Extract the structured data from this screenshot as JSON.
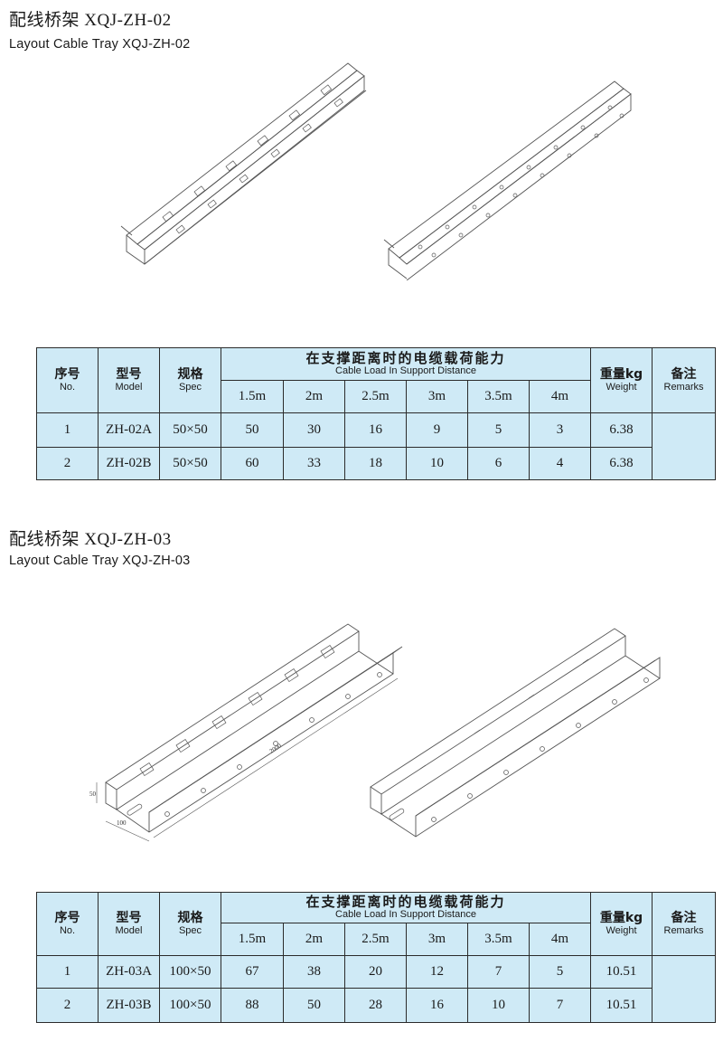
{
  "sections": [
    {
      "title": "配线桥架 XQJ-ZH-02",
      "subtitle": "Layout Cable Tray  XQJ-ZH-02",
      "table": {
        "headers": {
          "no": {
            "cn": "序号",
            "en": "No."
          },
          "model": {
            "cn": "型号",
            "en": "Model"
          },
          "spec": {
            "cn": "规格",
            "en": "Spec"
          },
          "load": {
            "cn": "在支撑距离时的电缆载荷能力",
            "en": "Cable Load In Support Distance"
          },
          "weight": {
            "cn": "重量kg",
            "en": "Weight"
          },
          "remarks": {
            "cn": "备注",
            "en": "Remarks"
          }
        },
        "distances": [
          "1.5m",
          "2m",
          "2.5m",
          "3m",
          "3.5m",
          "4m"
        ],
        "rows": [
          {
            "no": "1",
            "model": "ZH-02A",
            "spec": "50×50",
            "loads": [
              "50",
              "30",
              "16",
              "9",
              "5",
              "3"
            ],
            "weight": "6.38"
          },
          {
            "no": "2",
            "model": "ZH-02B",
            "spec": "50×50",
            "loads": [
              "60",
              "33",
              "18",
              "10",
              "6",
              "4"
            ],
            "weight": "6.38"
          }
        ]
      }
    },
    {
      "title": "配线桥架 XQJ-ZH-03",
      "subtitle": "Layout Cable Tray  XQJ-ZH-03",
      "dimensions": {
        "length": "2000",
        "height": "50",
        "width": "100"
      },
      "table": {
        "headers": {
          "no": {
            "cn": "序号",
            "en": "No."
          },
          "model": {
            "cn": "型号",
            "en": "Model"
          },
          "spec": {
            "cn": "规格",
            "en": "Spec"
          },
          "load": {
            "cn": "在支撑距离时的电缆载荷能力",
            "en": "Cable Load In Support Distance"
          },
          "weight": {
            "cn": "重量kg",
            "en": "Weight"
          },
          "remarks": {
            "cn": "备注",
            "en": "Remarks"
          }
        },
        "distances": [
          "1.5m",
          "2m",
          "2.5m",
          "3m",
          "3.5m",
          "4m"
        ],
        "rows": [
          {
            "no": "1",
            "model": "ZH-03A",
            "spec": "100×50",
            "loads": [
              "67",
              "38",
              "20",
              "12",
              "7",
              "5"
            ],
            "weight": "10.51"
          },
          {
            "no": "2",
            "model": "ZH-03B",
            "spec": "100×50",
            "loads": [
              "88",
              "50",
              "28",
              "16",
              "10",
              "7"
            ],
            "weight": "10.51"
          }
        ]
      }
    }
  ],
  "colors": {
    "table_fill": "#cfeaf6",
    "line": "#2b2b2b"
  }
}
